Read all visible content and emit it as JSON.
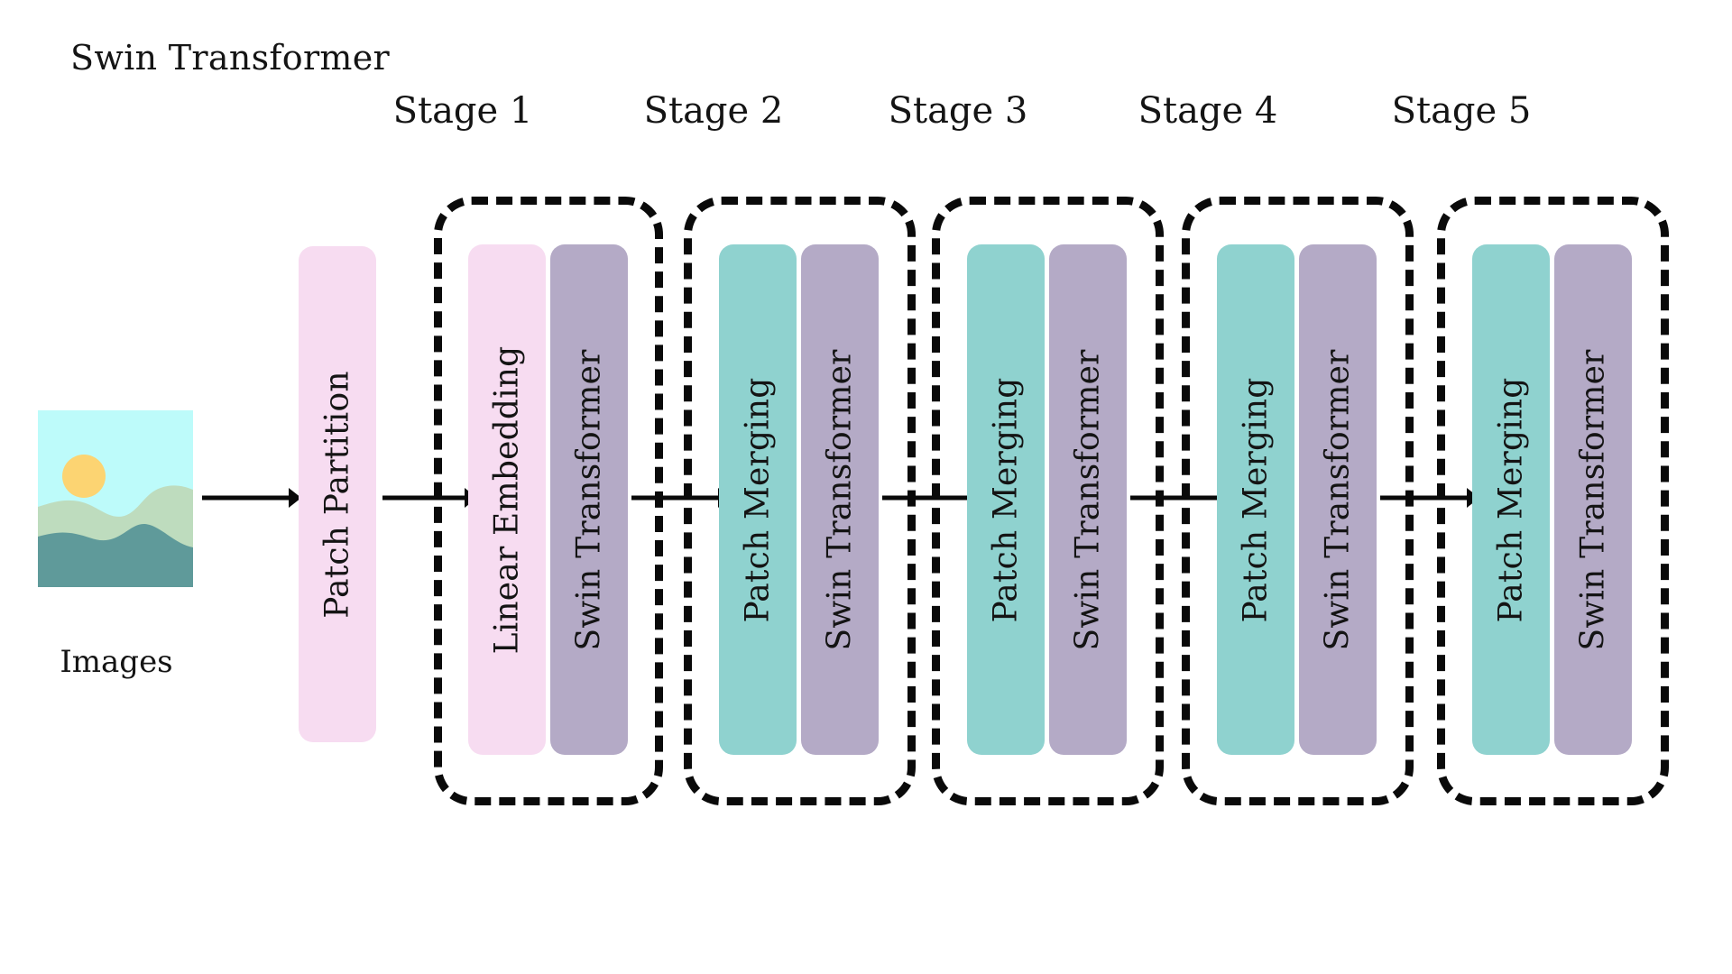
{
  "diagram": {
    "title": "Swin Transformer",
    "input": {
      "label": "Images",
      "icon": "landscape-thumbnail-icon",
      "colors": {
        "sky": "#BDFBFA",
        "sun": "#FCD472",
        "hill": "#BEDCBE",
        "water": "#5F9A9A"
      }
    },
    "patch_partition": {
      "label": "Patch Partition",
      "color": "#F7DCF1"
    },
    "palette": {
      "pink": "#F7DCF1",
      "teal": "#8FD2CF",
      "purple_grey": "#B4AAC6",
      "outline": "#0A0A0A",
      "text": "#141414",
      "background": "#FFFFFF"
    },
    "stages": [
      {
        "caption": "Stage 1",
        "blocks": [
          {
            "label": "Linear Embedding",
            "color": "#F7DCF1"
          },
          {
            "label": "Swin Transformer",
            "color": "#B4AAC6"
          }
        ]
      },
      {
        "caption": "Stage 2",
        "blocks": [
          {
            "label": "Patch Merging",
            "color": "#8FD2CF"
          },
          {
            "label": "Swin Transformer",
            "color": "#B4AAC6"
          }
        ]
      },
      {
        "caption": "Stage 3",
        "blocks": [
          {
            "label": "Patch Merging",
            "color": "#8FD2CF"
          },
          {
            "label": "Swin Transformer",
            "color": "#B4AAC6"
          }
        ]
      },
      {
        "caption": "Stage 4",
        "blocks": [
          {
            "label": "Patch Merging",
            "color": "#8FD2CF"
          },
          {
            "label": "Swin Transformer",
            "color": "#B4AAC6"
          }
        ]
      },
      {
        "caption": "Stage 5",
        "blocks": [
          {
            "label": "Patch Merging",
            "color": "#8FD2CF"
          },
          {
            "label": "Swin Transformer",
            "color": "#B4AAC6"
          }
        ]
      }
    ],
    "arrows": [
      {
        "name": "arrow-images-to-patch-partition"
      },
      {
        "name": "arrow-patch-partition-to-stage-1"
      },
      {
        "name": "arrow-stage-1-to-stage-2"
      },
      {
        "name": "arrow-stage-2-to-stage-3"
      },
      {
        "name": "arrow-stage-3-to-stage-4"
      },
      {
        "name": "arrow-stage-4-to-stage-5"
      }
    ]
  }
}
